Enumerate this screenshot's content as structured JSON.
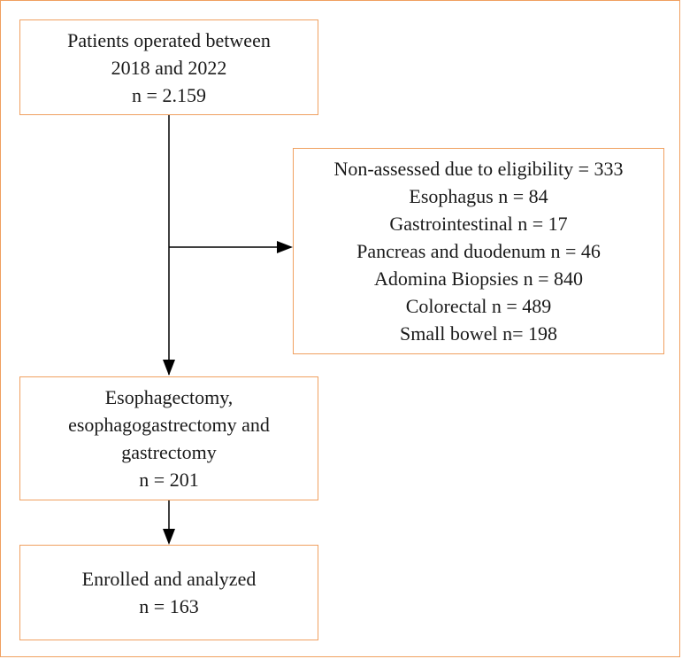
{
  "boxes": {
    "patients": {
      "lines": [
        "Patients operated between",
        "2018 and 2022",
        "n = 2.159"
      ]
    },
    "non_assessed": {
      "lines": [
        "Non-assessed due to eligibility = 333",
        "Esophagus n = 84",
        "Gastrointestinal n = 17",
        "Pancreas and duodenum n = 46",
        "Adomina Biopsies n = 840",
        "Colorectal n = 489",
        "Small bowel n= 198"
      ]
    },
    "esophagectomy": {
      "lines": [
        "Esophagectomy,",
        "esophagogastrectomy and",
        "gastrectomy",
        "n = 201"
      ]
    },
    "enrolled": {
      "lines": [
        "Enrolled and analyzed",
        "n = 163"
      ]
    }
  },
  "colors": {
    "box_border": "#f0a060",
    "arrow": "#000000",
    "text": "#1a1a1a"
  }
}
